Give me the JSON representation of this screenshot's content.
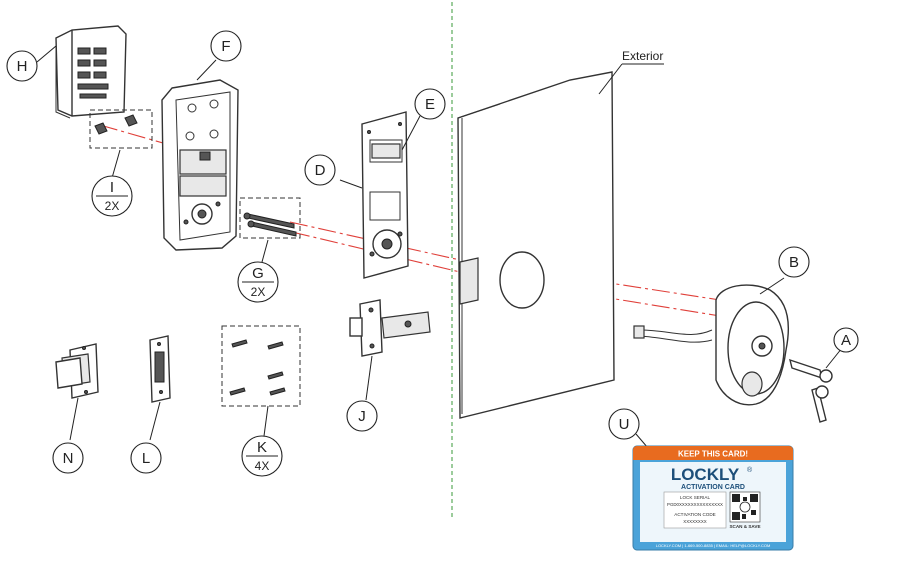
{
  "side_label": "Exterior",
  "callouts": {
    "A": "A",
    "B": "B",
    "D": "D",
    "E": "E",
    "F": "F",
    "G": "G",
    "G_qty": "2X",
    "H": "H",
    "I": "I",
    "I_qty": "2X",
    "J": "J",
    "K": "K",
    "K_qty": "4X",
    "L": "L",
    "N": "N",
    "U": "U"
  },
  "card": {
    "banner": "KEEP THIS CARD!",
    "brand": "LOCKLY",
    "brand_mark": "®",
    "subtitle": "ACTIVATION CARD",
    "serial_label": "LOCK SERIAL",
    "serial_value": "PGD0XXXXXXXXXXXXXXX",
    "code_label": "ACTIVATION CODE",
    "code_value": "XXXXXXXX",
    "qr_caption": "SCAN & SAVE",
    "footer": "LOCKLY.COM | 1-669-500-8835 | EMAIL: HELP@LOCKLY.COM",
    "banner_color": "#e86b1f",
    "body_color": "#4ba3d9"
  },
  "colors": {
    "axis_line": "#e0403a",
    "divider": "#3a9a3a"
  }
}
